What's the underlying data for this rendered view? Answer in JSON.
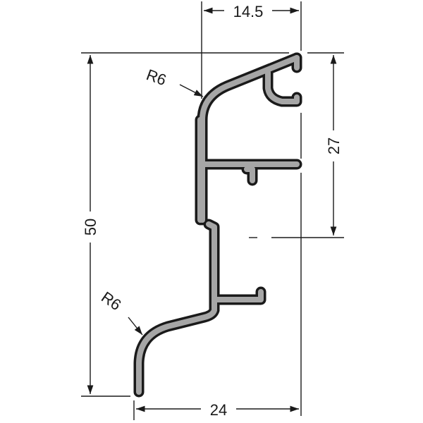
{
  "dimensions": {
    "top_width": "14.5",
    "total_height": "50",
    "upper_height": "27",
    "bottom_width": "24",
    "radius_top": "R6",
    "radius_bottom": "R6"
  },
  "colors": {
    "profile_fill": "#a6a6a6",
    "outline": "#1a1a1a"
  }
}
